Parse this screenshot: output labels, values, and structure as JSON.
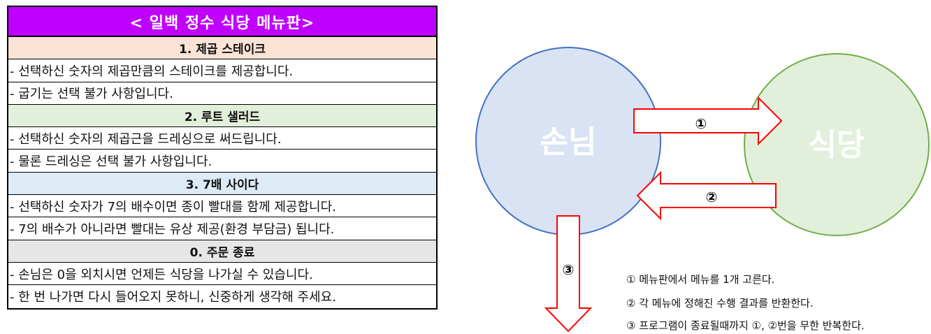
{
  "menu": {
    "title": "< 일백 정수 식당 메뉴판>",
    "sections": [
      {
        "heading": "1. 제곱 스테이크",
        "lines": [
          "- 선택하신 숫자의 제곱만큼의 스테이크를 제공합니다.",
          "- 굽기는 선택 불가 사항입니다."
        ]
      },
      {
        "heading": "2. 루트 샐러드",
        "lines": [
          "- 선택하신 숫자의 제곱근을 드레싱으로 써드립니다.",
          "- 물론 드레싱은 선택 불가 사항입니다."
        ]
      },
      {
        "heading": "3. 7배 사이다",
        "lines": [
          "- 선택하신 숫자가 7의 배수이면 종이 빨대를 함께 제공합니다.",
          "- 7의 배수가 아니라면 빨대는 유상 제공(환경 부담금) 됩니다."
        ]
      },
      {
        "heading": "0. 주문 종료",
        "lines": [
          "- 손님은 0을 외치시면 언제든 식당을 나가실 수 있습니다.",
          "- 한 번 나가면 다시 들어오지 못하니, 신중하게 생각해 주세요."
        ]
      }
    ]
  },
  "diagram": {
    "customer": "손님",
    "restaurant": "식당",
    "arrow1": "①",
    "arrow2": "②",
    "arrow3": "③",
    "colors": {
      "customer_fill": "#dae3f3",
      "customer_stroke": "#4472c4",
      "restaurant_fill": "#e2efda",
      "restaurant_stroke": "#70ad47",
      "arrow_stroke": "#ff0000"
    }
  },
  "legend": [
    "① 메뉴판에서 메뉴를 1개 고른다.",
    "② 각 메뉴에 정해진 수행 결과를 반환한다.",
    "③ 프로그램이 종료될때까지 ①, ②번을 무한 반복한다."
  ]
}
